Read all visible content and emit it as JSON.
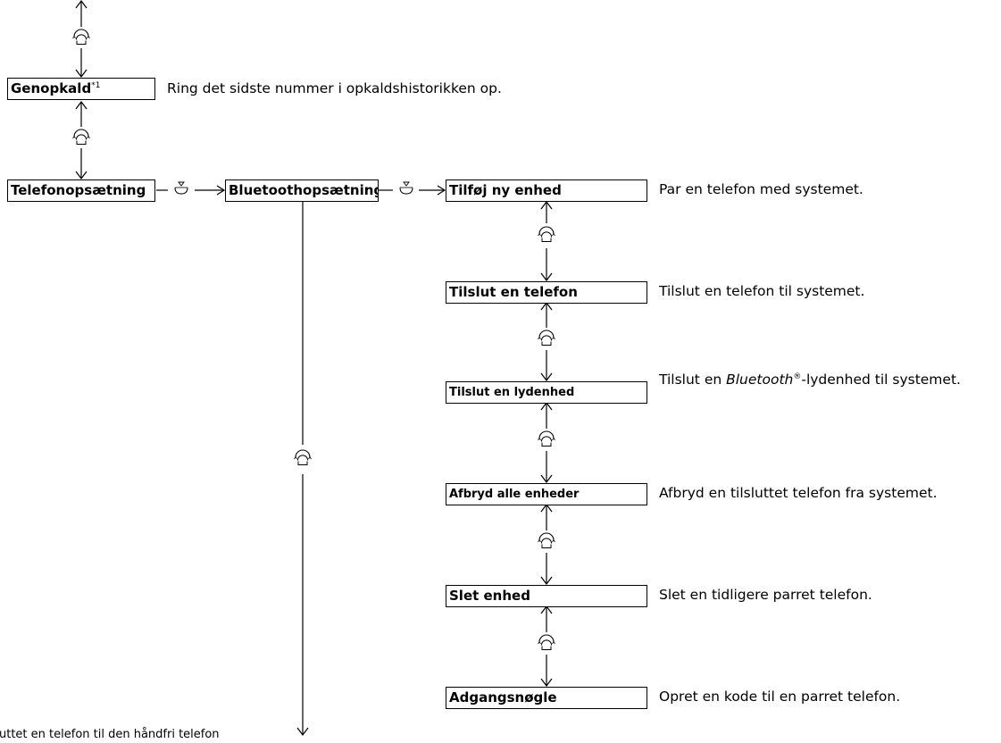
{
  "menu": {
    "redial": {
      "label": "Genopkald",
      "footnote": "*1",
      "description": "Ring det sidste nummer i opkaldshistorikken op."
    },
    "phone_setup": {
      "label": "Telefonopsætning"
    },
    "bluetooth_setup": {
      "label": "Bluetoothopsætning"
    },
    "bluetooth_items": [
      {
        "label": "Tilføj ny enhed",
        "description": "Par en telefon med systemet."
      },
      {
        "label": "Tilslut en telefon",
        "description": "Tilslut en telefon til systemet."
      },
      {
        "label": "Tilslut en lydenhed",
        "description_before": "Tilslut en ",
        "description_italic": "Bluetooth",
        "description_reg": "®",
        "description_after": "-lydenhed til systemet."
      },
      {
        "label": "Afbryd alle enheder",
        "description": "Afbryd en tilsluttet telefon fra systemet."
      },
      {
        "label": "Slet enhed",
        "description": "Slet en tidligere parret telefon."
      },
      {
        "label": "Adgangsnøgle",
        "description": "Opret en kode til en parret telefon."
      }
    ],
    "cut_off_text": "uttet en telefon til den håndfri telefon"
  },
  "icons": {
    "rotate": "selector-knob-rotate-icon",
    "press": "selector-knob-press-icon"
  }
}
